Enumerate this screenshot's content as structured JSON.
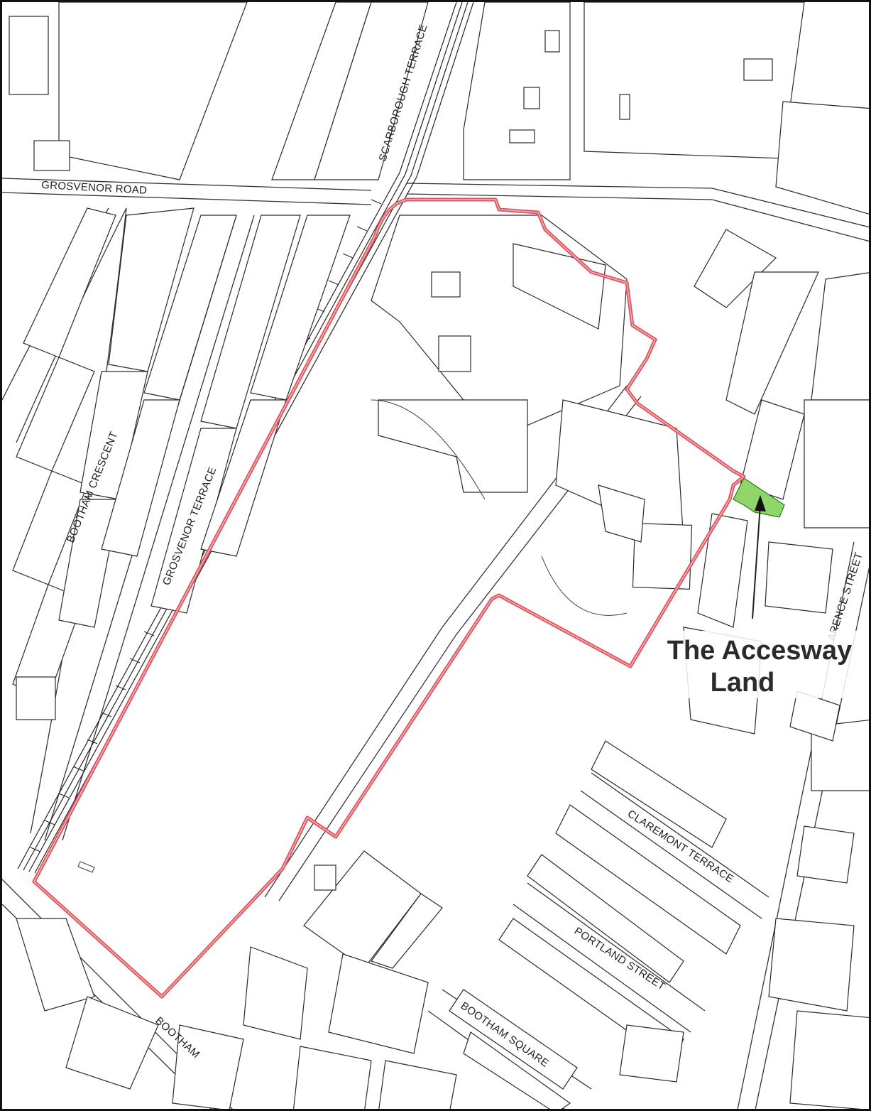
{
  "map": {
    "streets": {
      "grosvenor_road": "GROSVENOR ROAD",
      "scarborough_terrace": "SCARBOROUGH TERRACE",
      "bootham_crescent": "BOOTHAM CRESCENT",
      "grosvenor_terrace": "GROSVENOR TERRACE",
      "clarence_street": "ARENCE STREET",
      "claremont_terrace": "CLAREMONT TERRACE",
      "portland_street": "PORTLAND STREET",
      "bootham_square": "BOOTHAM SQUARE",
      "bootham": "BOOTHAM"
    },
    "callout": {
      "line1": "The Accesway",
      "line2": "Land"
    },
    "colors": {
      "site_boundary": "#e0505a",
      "access_land": "#8ed66a",
      "linework": "#2a2a2a",
      "background": "#ffffff"
    }
  }
}
